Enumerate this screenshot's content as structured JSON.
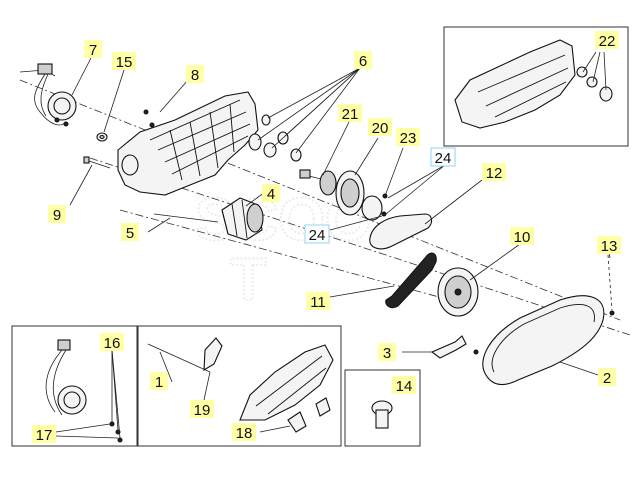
{
  "labels": {
    "l1": "1",
    "l2": "2",
    "l3": "3",
    "l4": "4",
    "l5": "5",
    "l6": "6",
    "l7": "7",
    "l8": "8",
    "l9": "9",
    "l10": "10",
    "l11": "11",
    "l12": "12",
    "l13": "13",
    "l14": "14",
    "l15": "15",
    "l16": "16",
    "l17": "17",
    "l18": "18",
    "l19": "19",
    "l20": "20",
    "l21": "21",
    "l22": "22",
    "l23": "23",
    "l24a": "24",
    "l24b": "24"
  },
  "colors": {
    "label_bg": "#ffffa6",
    "label_border_alt": "#8fd3f4",
    "line": "#222222"
  }
}
